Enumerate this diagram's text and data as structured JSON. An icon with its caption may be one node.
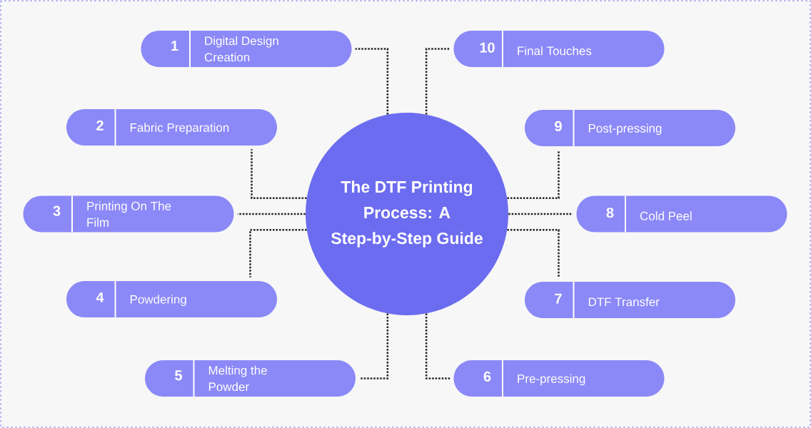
{
  "diagram": {
    "nodes": [
      {
        "text": [
          "The DTF Printing Process: A Step-by-Step Guide"
        ]
      },
      {
        "text": [
          "1",
          "Digital Design Creation"
        ]
      },
      {
        "text": [
          "2",
          "Fabric Preparation"
        ]
      },
      {
        "text": [
          "3",
          "Printing On The Film"
        ]
      },
      {
        "text": [
          "4",
          "Powdering"
        ]
      },
      {
        "text": [
          "5",
          "Melting the Powder"
        ]
      },
      {
        "text": [
          "6",
          "Pre-pressing"
        ]
      },
      {
        "text": [
          "7",
          "DTF Transfer"
        ]
      },
      {
        "text": [
          "8",
          "Cold Peel"
        ]
      },
      {
        "text": [
          "9",
          "Post-pressing"
        ]
      },
      {
        "text": [
          "10",
          "Final Touches"
        ]
      }
    ],
    "edges": [
      {
        "from": 0,
        "to": 1,
        "arrow": "none"
      },
      {
        "from": 0,
        "to": 2,
        "arrow": "none"
      },
      {
        "from": 0,
        "to": 3,
        "arrow": "none"
      },
      {
        "from": 0,
        "to": 4,
        "arrow": "none"
      },
      {
        "from": 0,
        "to": 5,
        "arrow": "none"
      },
      {
        "from": 0,
        "to": 6,
        "arrow": "none"
      },
      {
        "from": 0,
        "to": 7,
        "arrow": "none"
      },
      {
        "from": 0,
        "to": 8,
        "arrow": "none"
      },
      {
        "from": 0,
        "to": 9,
        "arrow": "none"
      },
      {
        "from": 0,
        "to": 10,
        "arrow": "none"
      }
    ]
  }
}
